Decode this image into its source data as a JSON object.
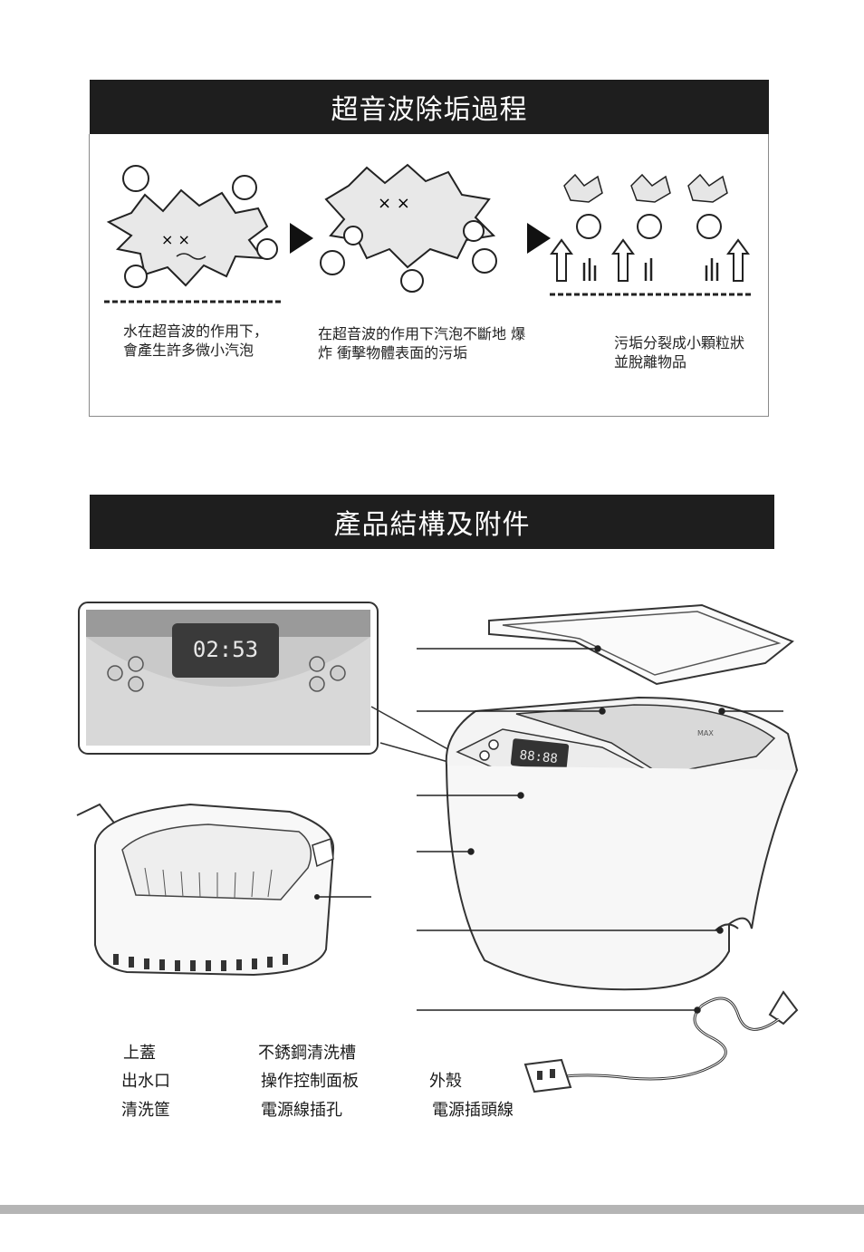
{
  "section1": {
    "title": "超音波除垢過程",
    "steps": [
      {
        "caption": "水在超音波的作用下，會產生許多微小汽泡"
      },
      {
        "caption": "在超音波的作用下汽泡不斷地 爆炸 衝擊物體表面的污垢"
      },
      {
        "caption": "污垢分裂成小顆粒狀並脫離物品"
      }
    ]
  },
  "section2": {
    "title": "產品結構及附件",
    "display_text": "02:53",
    "unit_display_text": "88:88",
    "max_mark": "MAX",
    "parts": {
      "lid": "上蓋",
      "tank": "不銹鋼清洗槽",
      "outlet": "出水口",
      "panel": "操作控制面板",
      "shell": "外殼",
      "basket": "清洗筐",
      "socket": "電源線插孔",
      "cord": "電源插頭線"
    }
  },
  "colors": {
    "banner_bg": "#1e1e1e",
    "banner_text": "#ffffff",
    "footer_bar": "#b5b5b5"
  }
}
